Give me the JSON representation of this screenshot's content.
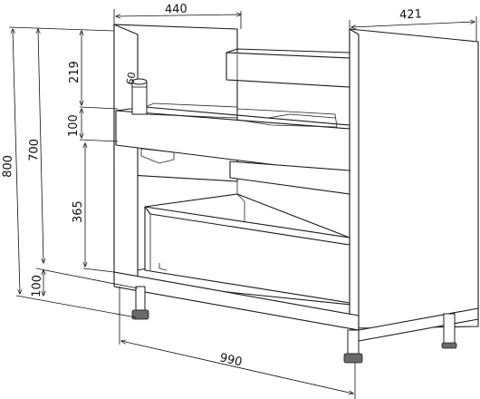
{
  "drawing": {
    "type": "technical-drawing",
    "subject": "sink base cabinet with drawers",
    "dimensions": {
      "top_width": "440",
      "side_depth": "421",
      "total_height": "800",
      "body_height": "700",
      "upper_drawer_height": "219",
      "rail_height": "100",
      "lower_drawer_height": "365",
      "plinth_height": "100",
      "bottom_width": "990",
      "pipe_diameter": "60"
    }
  }
}
